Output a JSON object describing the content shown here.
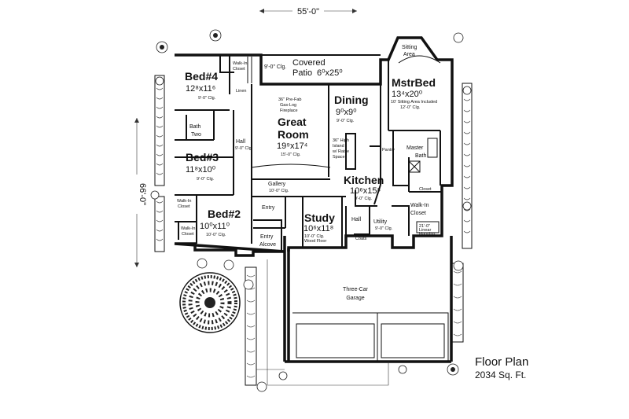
{
  "dimensions": {
    "width": "55'-0\"",
    "depth": "66'-0\""
  },
  "title": {
    "label": "Floor Plan",
    "area": "2034 Sq. Ft."
  },
  "rooms": {
    "bed4": {
      "name": "Bed#4",
      "size": "12⁸x11⁶",
      "ceiling": "9'-0\" Clg."
    },
    "bath2": {
      "name": "Bath",
      "name2": "Two"
    },
    "hall1": {
      "name": "Hall",
      "ceiling": "9'-0\" Clg."
    },
    "bed3": {
      "name": "Bed#3",
      "size": "11⁸x10⁰",
      "ceiling": "9'-0\" Clg."
    },
    "bed2": {
      "name": "Bed#2",
      "size": "10⁰x11⁰",
      "ceiling": "10'-0\" Clg."
    },
    "patio": {
      "name": "Covered",
      "name2": "Patio",
      "size": "6⁰x25⁰",
      "ceiling": "9'-0\" Clg."
    },
    "great": {
      "name": "Great",
      "name2": "Room",
      "size": "19⁹x17⁴",
      "ceiling": "15'-0\" Clg.",
      "note1": "36\" Pre-Fab",
      "note2": "Gas-Log",
      "note3": "Fireplace"
    },
    "dining": {
      "name": "Dining",
      "size": "9⁰x9⁰",
      "ceiling": "9'-0\" Clg."
    },
    "bar": {
      "note1": "36\" High",
      "note2": "Island",
      "note3": "w/ Raise",
      "note4": "Space"
    },
    "kitchen": {
      "name": "Kitchen",
      "size": "10⁶x15⁸",
      "ceiling": "9'-0\" Clg."
    },
    "master": {
      "name": "MstrBed",
      "size": "13⁴x20⁰",
      "ceiling": "10' Sitting Area Included",
      "ceiling2": "12'-0\" Clg."
    },
    "sitting": {
      "name": "Sitting",
      "name2": "Area"
    },
    "mbath": {
      "name": "Master",
      "name2": "Bath"
    },
    "wic": {
      "name": "Walk-In",
      "name2": "Closet",
      "note1": "21'-0\"",
      "note2": "Linear",
      "note3": "Hanging"
    },
    "gallery": {
      "name": "Gallery",
      "ceiling": "10'-0\" Clg."
    },
    "entry": {
      "name": "Entry"
    },
    "alcove": {
      "name": "Entry",
      "name2": "Alcove"
    },
    "study": {
      "name": "Study",
      "size": "10⁶x11⁸",
      "ceiling": "10'-0\" Clg.",
      "floor": "Wood Floor"
    },
    "hall2": {
      "name": "Hall"
    },
    "utility": {
      "name": "Utility",
      "ceiling": "9'-0\" Clg."
    },
    "garage": {
      "name": "Three-Car",
      "name2": "Garage"
    }
  },
  "tags": {
    "walkin1": "Walk-In",
    "walkin1b": "Closet",
    "linen": "Linen",
    "pantry": "Pantry",
    "closet": "Closet",
    "coats": "Coats",
    "walkin2": "Walk-In",
    "walkin2b": "Closet",
    "walkin3": "Walk-In",
    "walkin3b": "Closet"
  }
}
